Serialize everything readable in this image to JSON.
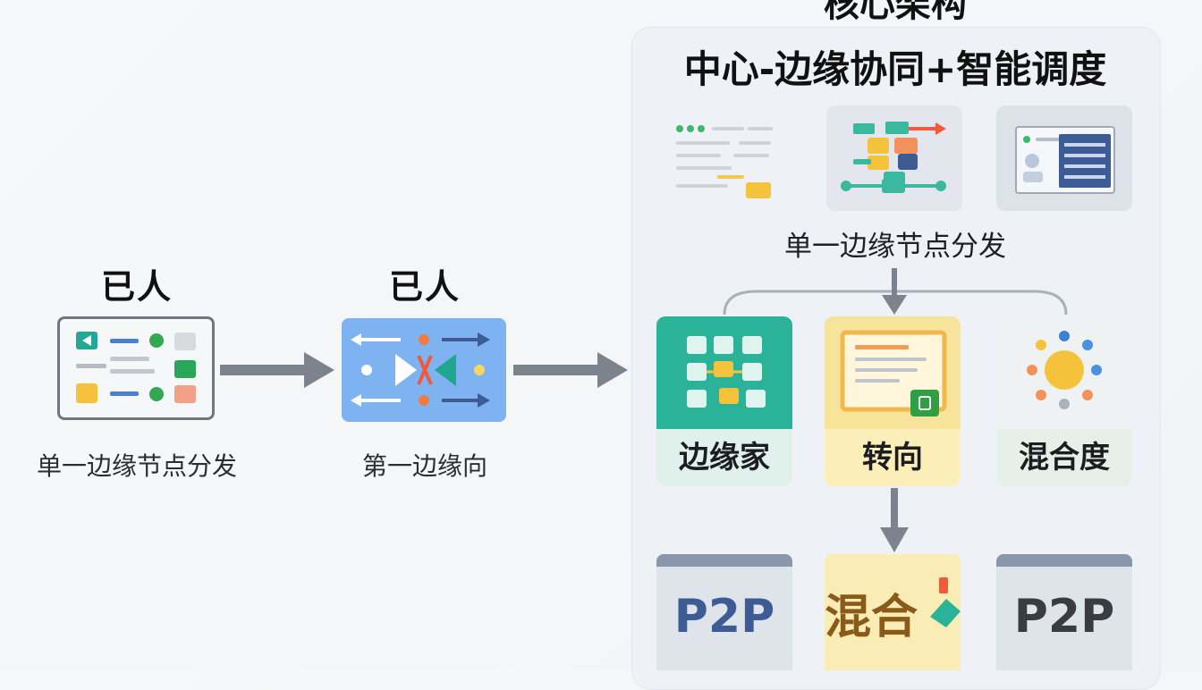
{
  "flow": {
    "stage1": {
      "title": "已人",
      "caption": "单一边缘节点分发"
    },
    "stage2": {
      "title": "已人",
      "caption": "第一边缘向"
    }
  },
  "panel": {
    "cropped_heading": "核心架构",
    "title": "中心-边缘协同+智能调度",
    "middle_caption": "单一边缘节点分发",
    "tiles": [
      {
        "label": "边缘家"
      },
      {
        "label": "转向"
      },
      {
        "label": "混合度"
      }
    ],
    "bottom_tiles": [
      {
        "label": "P2P"
      },
      {
        "label": "混合"
      },
      {
        "label": "P2P"
      }
    ]
  },
  "colors": {
    "arrow": "#7d838c",
    "teal": "#2bb39a",
    "blue_card": "#7fb2f0",
    "navy": "#3d5c96",
    "yellow": "#f7d35c",
    "bottom_yellow": "#f9ecb4",
    "bottom_gray": "#dfe3ea"
  }
}
